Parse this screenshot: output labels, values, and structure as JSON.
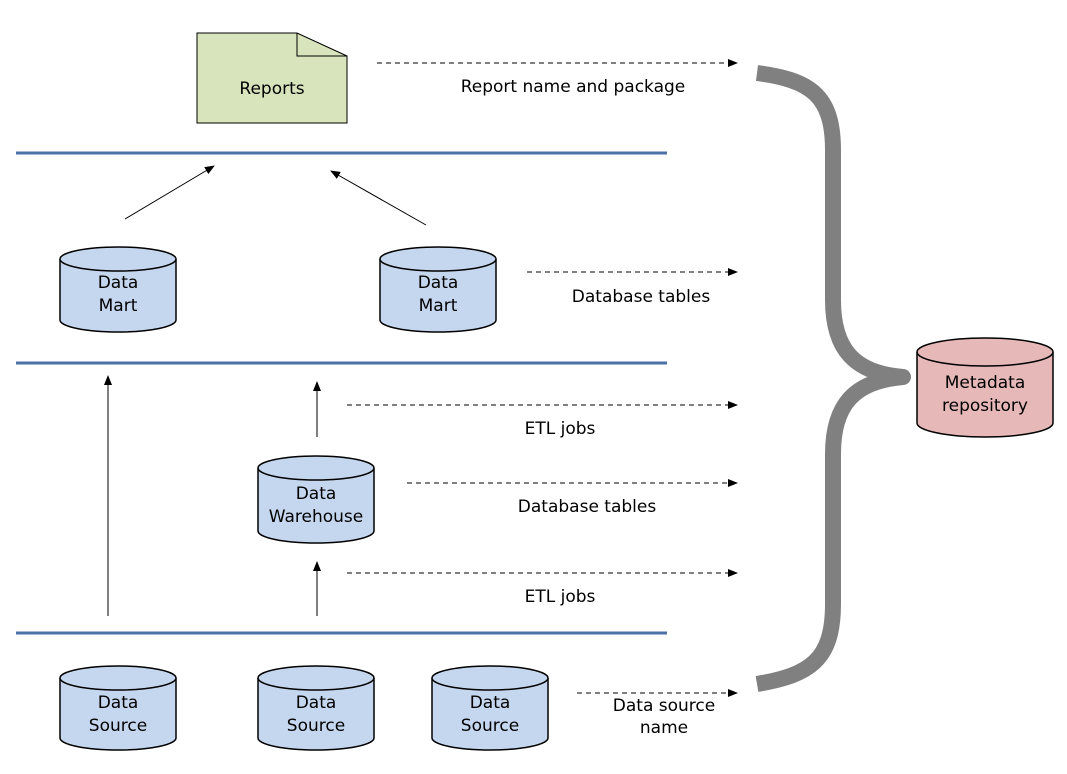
{
  "colors": {
    "cylinder_blue": "#c5d7ef",
    "metadata_red": "#e6b8b8",
    "report_green": "#d8e4bc",
    "layer_line": "#4a72a8",
    "brace": "#808080",
    "stroke": "#000000"
  },
  "reports": {
    "label": "Reports",
    "annotation": "Report name and package"
  },
  "data_marts": [
    {
      "line1": "Data",
      "line2": "Mart"
    },
    {
      "line1": "Data",
      "line2": "Mart"
    }
  ],
  "data_mart_annotation": "Database tables",
  "etl_upper_annotation": "ETL jobs",
  "data_warehouse": {
    "line1": "Data",
    "line2": "Warehouse"
  },
  "data_warehouse_annotation": "Database tables",
  "etl_lower_annotation": "ETL jobs",
  "data_sources": [
    {
      "line1": "Data",
      "line2": "Source"
    },
    {
      "line1": "Data",
      "line2": "Source"
    },
    {
      "line1": "Data",
      "line2": "Source"
    }
  ],
  "data_source_annotation": {
    "line1": "Data source",
    "line2": "name"
  },
  "metadata_repository": {
    "line1": "Metadata",
    "line2": "repository"
  }
}
